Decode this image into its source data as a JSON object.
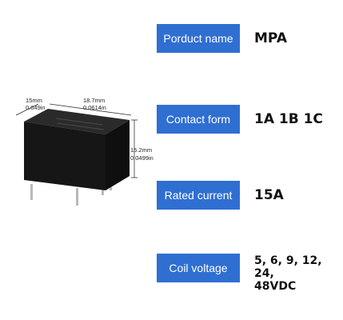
{
  "dimensions": {
    "width_mm": "15mm",
    "width_in": "0.049in",
    "length_mm": "18.7mm",
    "length_in": "0.0614in",
    "height_mm": "15.2mm",
    "height_in": "0.0499in"
  },
  "specs": [
    {
      "label": "Porduct name",
      "value": "MPA"
    },
    {
      "label": "Contact form",
      "value": "1A 1B 1C"
    },
    {
      "label": "Rated current",
      "value": "15A"
    },
    {
      "label": "Coil voltage",
      "value_line1": "5, 6, 9, 12, 24,",
      "value_line2": "48VDC"
    }
  ],
  "colors": {
    "label_bg": "#2f6fd2",
    "relay_body": "#1c1c1c"
  }
}
